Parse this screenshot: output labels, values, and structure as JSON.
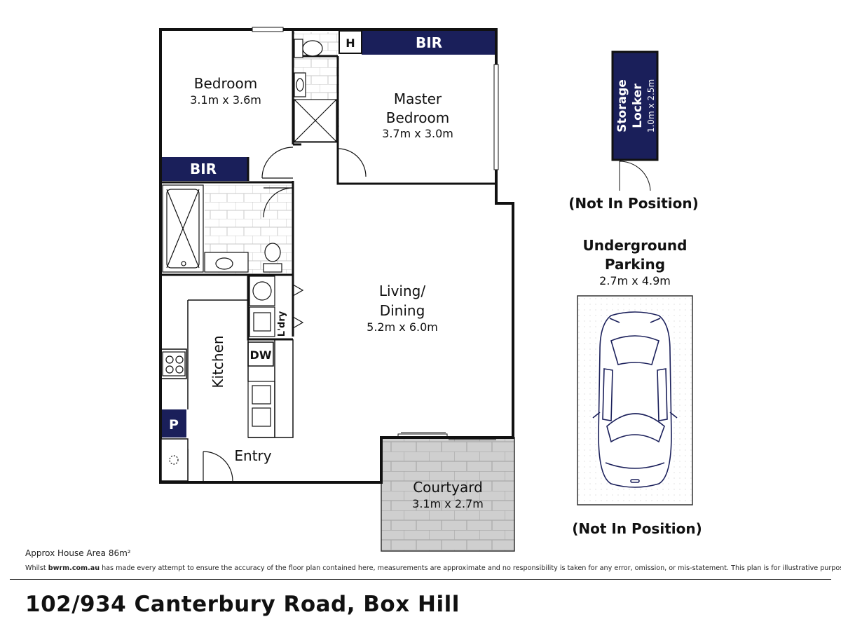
{
  "rooms": {
    "bedroom": {
      "name": "Bedroom",
      "size": "3.1m x 3.6m"
    },
    "master": {
      "name_line1": "Master",
      "name_line2": "Bedroom",
      "size": "3.7m x 3.0m"
    },
    "living": {
      "name_line1": "Living/",
      "name_line2": "Dining",
      "size": "5.2m x 6.0m"
    },
    "kitchen": {
      "name": "Kitchen"
    },
    "entry": {
      "name": "Entry"
    },
    "laundry": {
      "name": "L'dry"
    },
    "courtyard": {
      "name": "Courtyard",
      "size": "3.1m x 2.7m"
    }
  },
  "fixtures": {
    "bir_master": "BIR",
    "bir_bedroom": "BIR",
    "hot_water": "H",
    "dishwasher": "DW",
    "pantry": "P"
  },
  "storage": {
    "line1": "Storage",
    "line2": "Locker",
    "size": "1.0m x 2.5m",
    "note": "(Not In Position)"
  },
  "parking": {
    "line1": "Underground",
    "line2": "Parking",
    "size": "2.7m x 4.9m",
    "note": "(Not In Position)"
  },
  "footer": {
    "area": "Approx House Area 86m²",
    "disclaimer_prefix": "Whilst ",
    "disclaimer_site": "bwrm.com.au",
    "disclaimer_rest": " has made every attempt to ensure the accuracy of the floor plan contained here, measurements are approximate and no responsibility is taken for any error, omission, or mis-statement. This plan is for illustrative purposes only."
  },
  "address": "102/934 Canterbury Road, Box Hill",
  "colors": {
    "navy": "#1a1f5a",
    "wall": "#111111",
    "courtyard": "#c9c9c9",
    "tile": "#bdbdbd"
  }
}
